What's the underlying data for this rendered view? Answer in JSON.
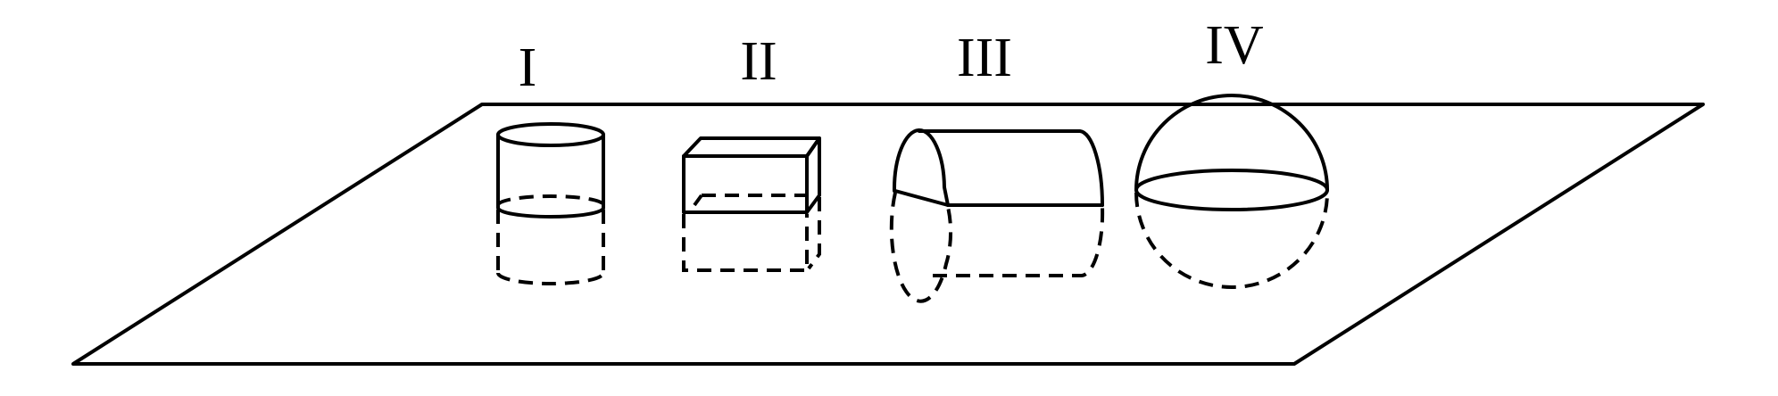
{
  "labels": {
    "shape_1": "I",
    "shape_2": "II",
    "shape_3": "III",
    "shape_4": "IV"
  },
  "shapes": [
    {
      "id": "I",
      "kind": "cylinder",
      "icon": "cylinder-icon"
    },
    {
      "id": "II",
      "kind": "rectangular-box",
      "icon": "box-icon"
    },
    {
      "id": "III",
      "kind": "horizontal-cylinder",
      "icon": "horizontal-cylinder-icon"
    },
    {
      "id": "IV",
      "kind": "sphere",
      "icon": "sphere-icon"
    }
  ],
  "colors": {
    "stroke": "#000000",
    "background": "#ffffff"
  }
}
